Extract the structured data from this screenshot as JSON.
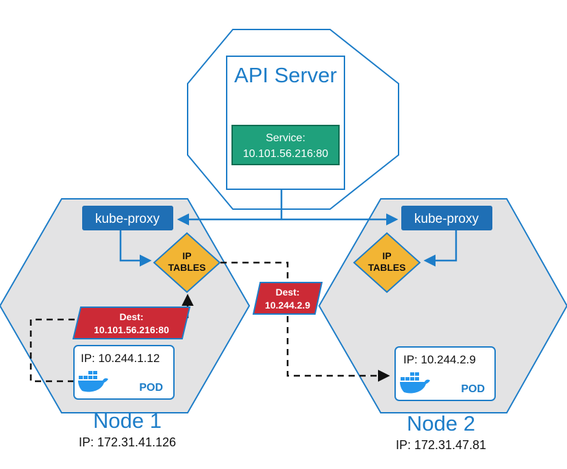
{
  "api_server": {
    "title": "API Server",
    "service_label": "Service:",
    "service_ip": "10.101.56.216:80"
  },
  "node1": {
    "name": "Node 1",
    "ip": "IP: 172.31.41.126",
    "kube_proxy": "kube-proxy",
    "iptables_line1": "IP",
    "iptables_line2": "TABLES",
    "pod_ip": "IP: 10.244.1.12",
    "pod_label": "POD",
    "dest_label": "Dest:",
    "dest_ip": "10.101.56.216:80"
  },
  "node2": {
    "name": "Node 2",
    "ip": "IP: 172.31.47.81",
    "kube_proxy": "kube-proxy",
    "iptables_line1": "IP",
    "iptables_line2": "TABLES",
    "pod_ip": "IP: 10.244.2.9",
    "pod_label": "POD"
  },
  "middle_dest": {
    "label": "Dest:",
    "ip": "10.244.2.9"
  },
  "colors": {
    "node_fill": "#e3e3e4",
    "node_stroke": "#1d7dc8",
    "api_fill": "#ffffff",
    "kube_proxy": "#1f6fb5",
    "service_green": "#1fa17c",
    "dest_red": "#cc2a36",
    "iptables_yellow": "#f2b534",
    "docker_blue": "#2496ed"
  },
  "icons": [
    "docker-whale-icon",
    "arrow-head-icon"
  ]
}
